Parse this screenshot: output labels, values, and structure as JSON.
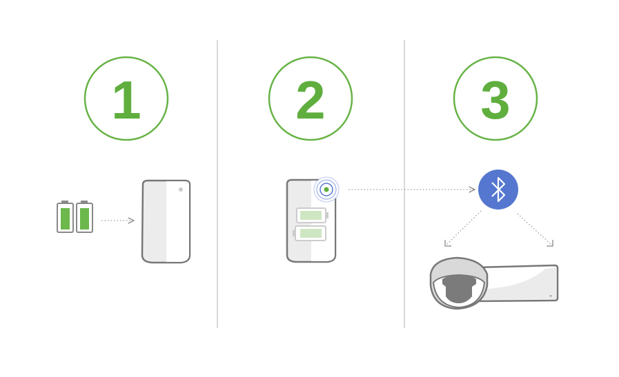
{
  "steps": [
    {
      "number": "1"
    },
    {
      "number": "2"
    },
    {
      "number": "3"
    }
  ],
  "icons": [
    "battery-icon",
    "sensor-device-icon",
    "signal-icon",
    "bluetooth-icon",
    "dome-camera-icon",
    "hub-device-icon"
  ],
  "colors": {
    "green": "#67b346",
    "blue": "#5577cf",
    "gray": "#7a7a7a",
    "divider": "#d9d9d9"
  }
}
